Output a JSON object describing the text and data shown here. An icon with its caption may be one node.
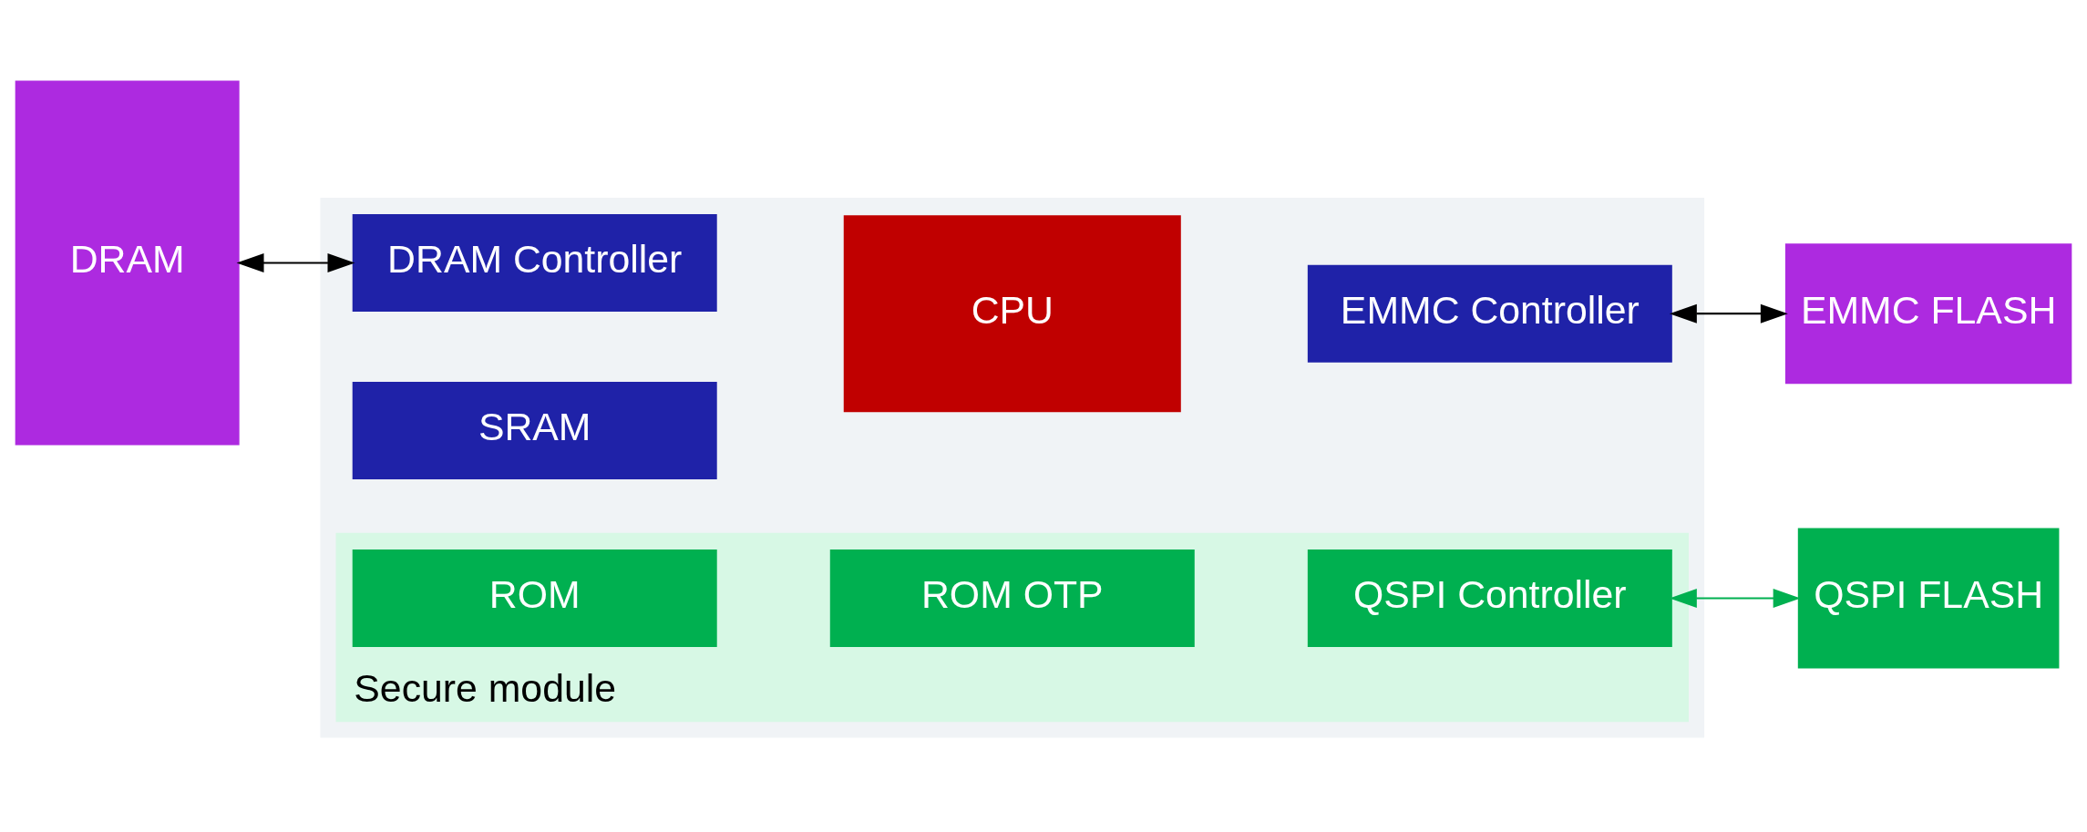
{
  "diagram": {
    "nodes": [
      {
        "text": [
          "DRAM"
        ]
      },
      {
        "text": [],
        "shape": "box"
      },
      {
        "text": [
          "DRAM Controller"
        ],
        "in": 1
      },
      {
        "text": [
          "CPU"
        ],
        "in": 1
      },
      {
        "text": [
          "EMMC Controller"
        ],
        "in": 1
      },
      {
        "text": [
          "EMMC FLASH"
        ]
      },
      {
        "text": [
          "SRAM"
        ],
        "in": 1
      },
      {
        "text": [
          "Secure module"
        ],
        "in": 1
      },
      {
        "text": [
          "ROM"
        ],
        "in": 7
      },
      {
        "text": [
          "ROM OTP"
        ],
        "in": 7
      },
      {
        "text": [
          "QSPI Controller"
        ],
        "in": 7
      },
      {
        "text": [
          "QSPI FLASH"
        ]
      }
    ],
    "edges": [
      {
        "from": 0,
        "to": 2,
        "arrow": "both"
      },
      {
        "from": 4,
        "to": 5,
        "arrow": "both"
      },
      {
        "from": 10,
        "to": 11,
        "arrow": "both",
        "color": "#00b050"
      }
    ]
  }
}
